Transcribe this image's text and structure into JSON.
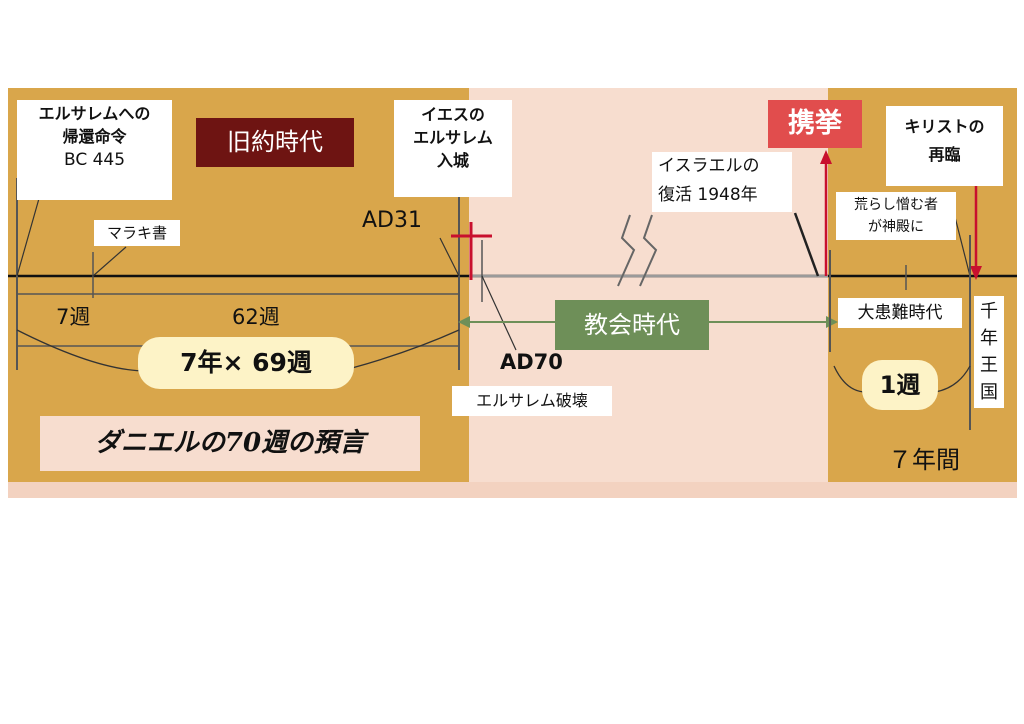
{
  "diagram": {
    "old_covenant_era": "旧約時代",
    "decree_label": {
      "line1": "エルサレムへの",
      "line2": "帰還命令",
      "year": "BC 445"
    },
    "malachi": "マラキ書",
    "jesus_entry": {
      "line1": "イエスの",
      "line2": "エルサレム",
      "line3": "入城"
    },
    "ad31": "AD31",
    "seven_weeks": "7週",
    "sixtytwo_weeks": "62週",
    "seven_years_69_weeks": "7年× 69週",
    "daniel_title": "ダニエルの70週の預言",
    "church_age": "教会時代",
    "ad70": "AD70",
    "jerusalem_destruction": "エルサレム破壊",
    "israel_restoration": {
      "line1": "イスラエルの",
      "line2": "復活 1948年"
    },
    "rapture": "携挙",
    "christ_return": {
      "line1": "キリストの",
      "line2": "再臨"
    },
    "abomination": {
      "line1": "荒らし憎む者",
      "line2": "が神殿に"
    },
    "tribulation": "大患難時代",
    "one_week": "1週",
    "seven_years": "７年間",
    "millennium": [
      "千",
      "年",
      "王",
      "国"
    ]
  },
  "colors": {
    "panel_gold": "#d9a64b",
    "band_peach": "#f7ddcf",
    "old_covenant_maroon": "#6e1412",
    "church_green": "#6e8f58",
    "rapture_red": "#e14d4d",
    "cross_red": "#c8102e",
    "pill_cream": "#fdf3c7"
  }
}
